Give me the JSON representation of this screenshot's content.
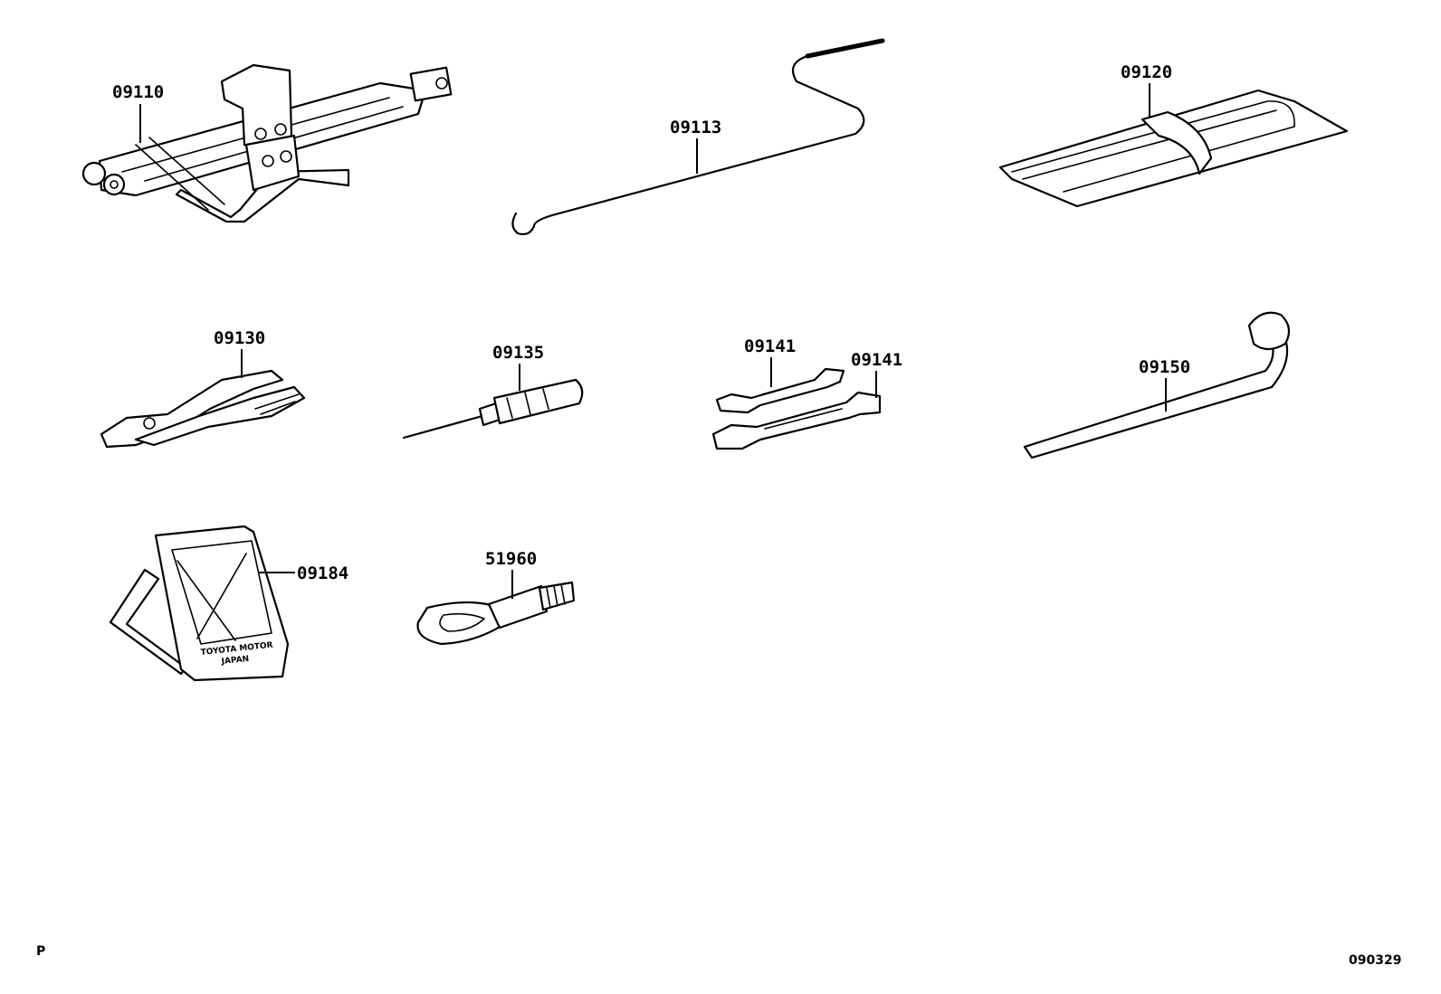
{
  "parts": {
    "jack": {
      "number": "09110"
    },
    "jack_handle": {
      "number": "09113"
    },
    "tool_bag": {
      "number": "09120"
    },
    "pliers": {
      "number": "09130"
    },
    "screwdriver": {
      "number": "09135"
    },
    "wrench_a": {
      "number": "09141"
    },
    "wrench_b": {
      "number": "09141"
    },
    "wheel_nut_wrench": {
      "number": "09150"
    },
    "wheel_chock": {
      "number": "09184",
      "stamp_line1": "TOYOTA MOTOR",
      "stamp_line2": "JAPAN"
    },
    "towing_eye": {
      "number": "51960"
    }
  },
  "footer": {
    "left_code": "P",
    "right_code": "090329"
  }
}
